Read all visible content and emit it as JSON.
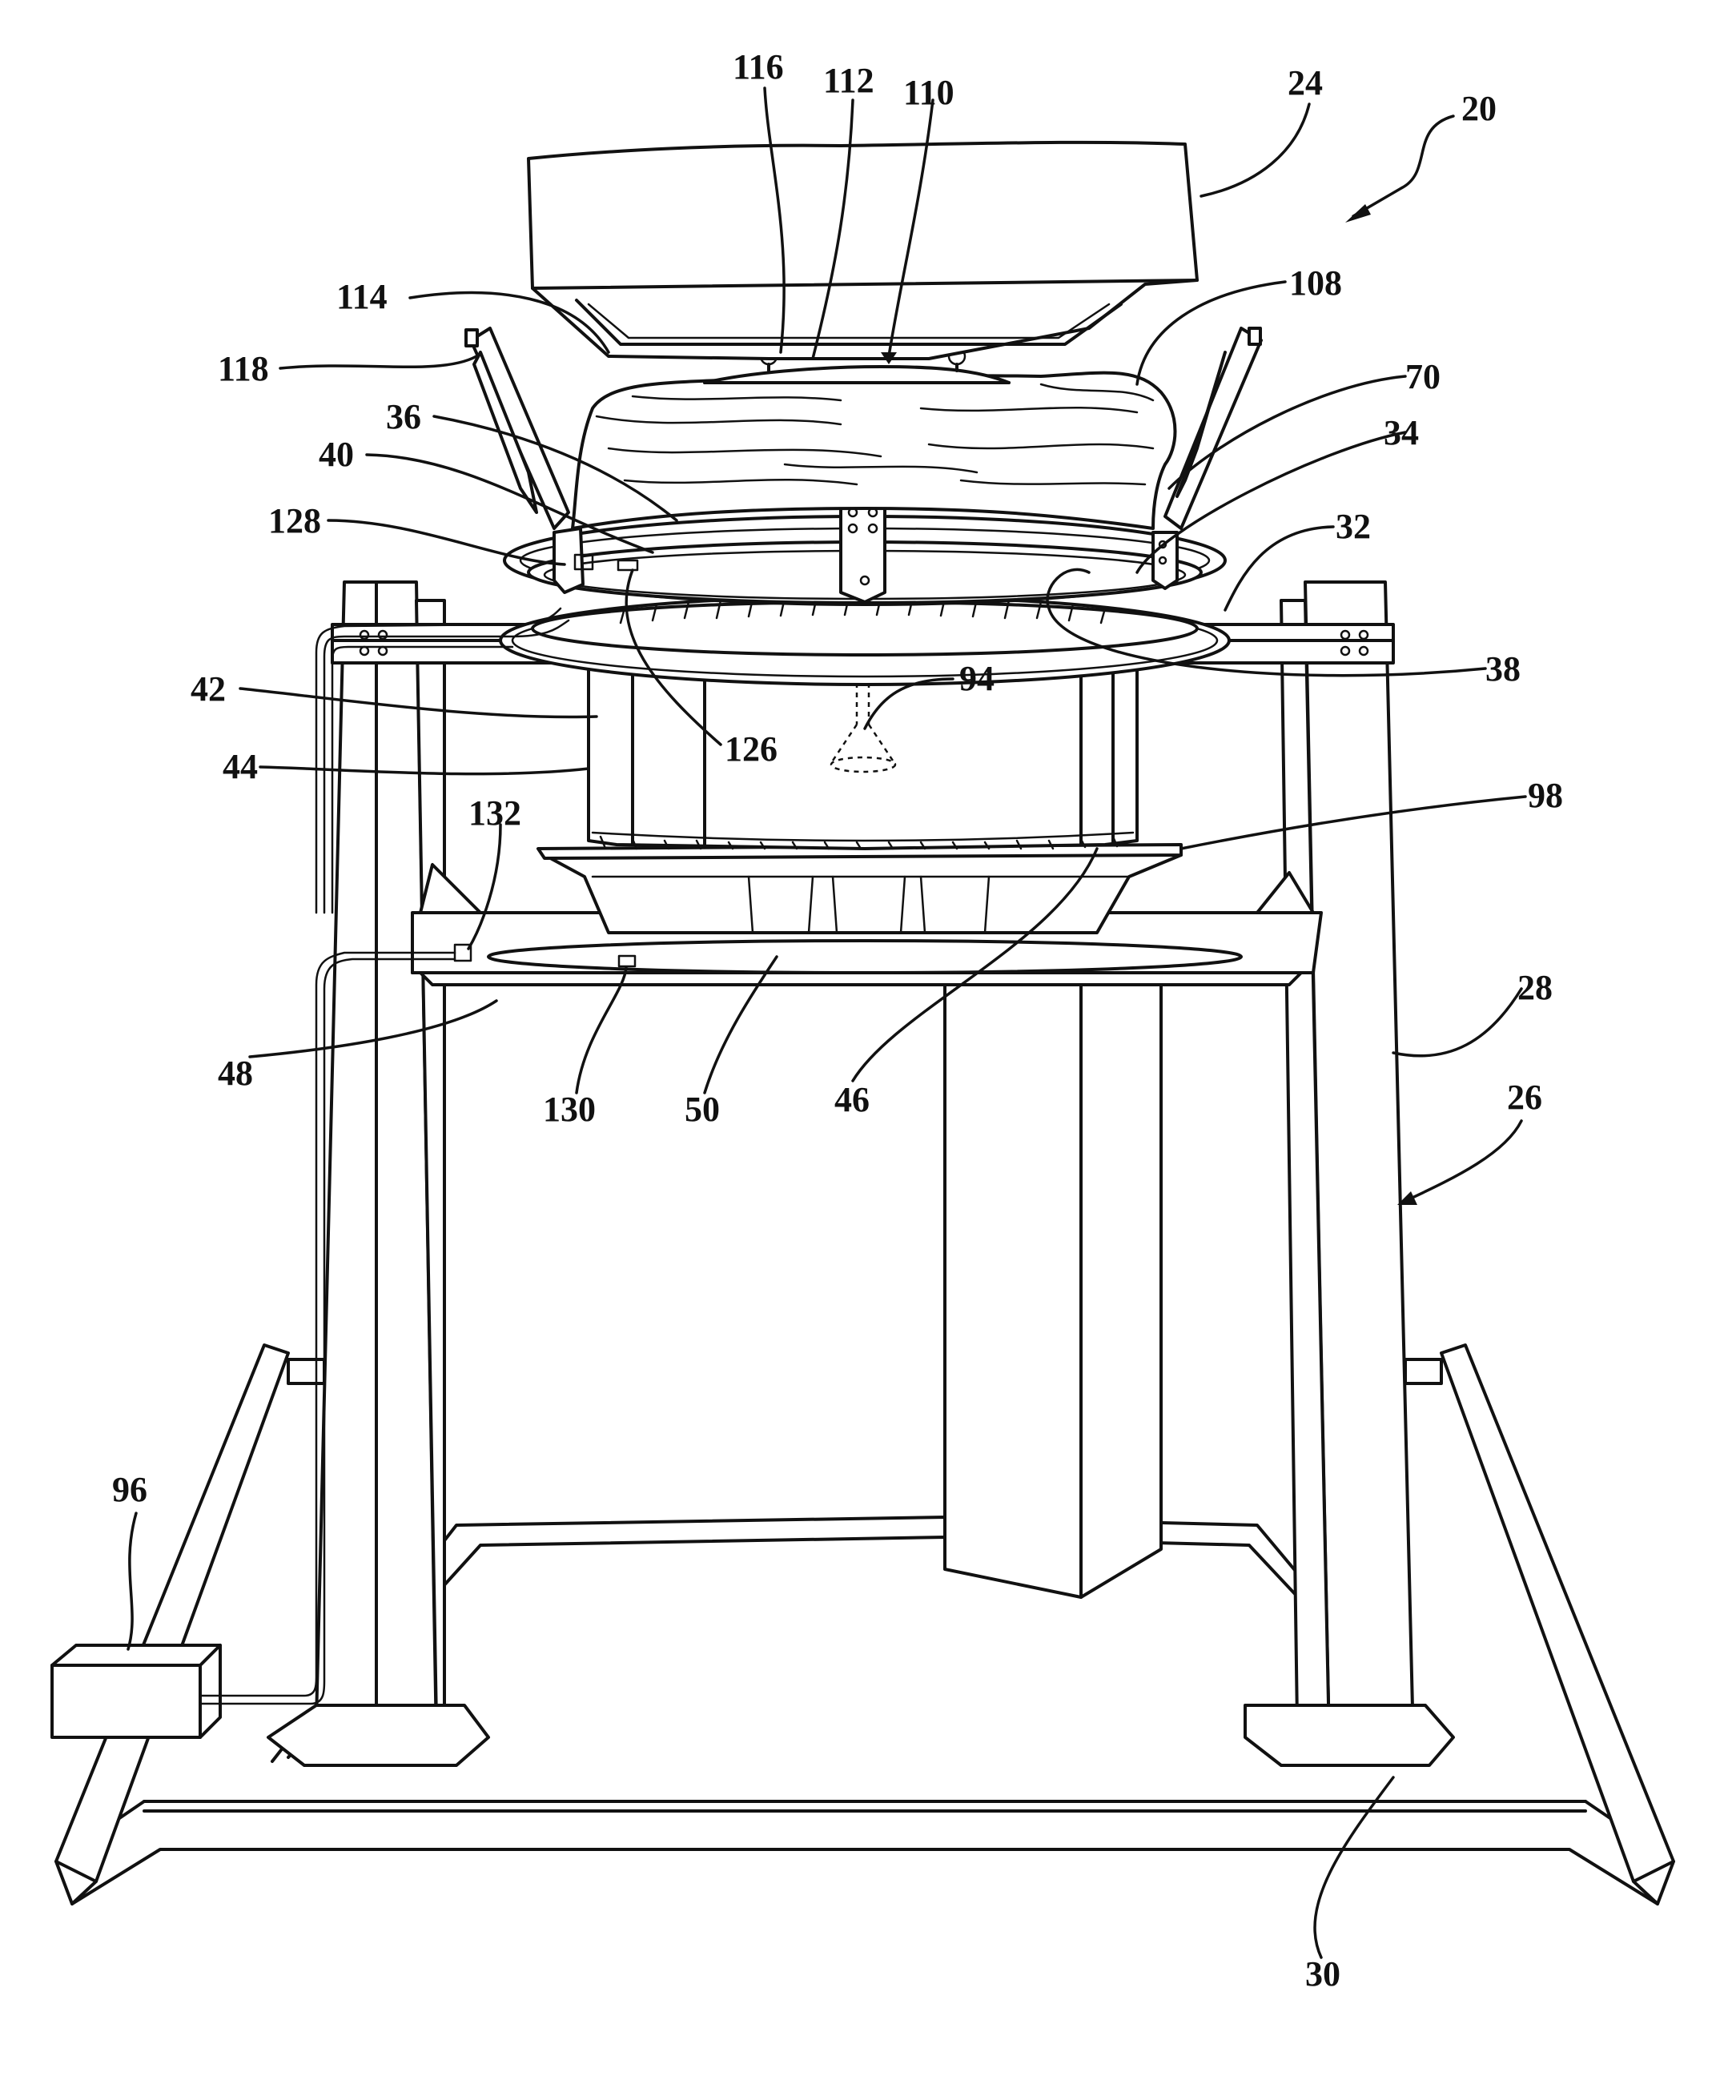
{
  "figure": {
    "reference_numerals": {
      "n20": "20",
      "n24": "24",
      "n26": "26",
      "n28": "28",
      "n30": "30",
      "n32": "32",
      "n34": "34",
      "n36": "36",
      "n38": "38",
      "n40": "40",
      "n42": "42",
      "n44": "44",
      "n46": "46",
      "n48": "48",
      "n50": "50",
      "n70": "70",
      "n94": "94",
      "n96": "96",
      "n98": "98",
      "n108": "108",
      "n110": "110",
      "n112": "112",
      "n114": "114",
      "n116": "116",
      "n118": "118",
      "n126": "126",
      "n128": "128",
      "n130": "130",
      "n132": "132"
    }
  }
}
